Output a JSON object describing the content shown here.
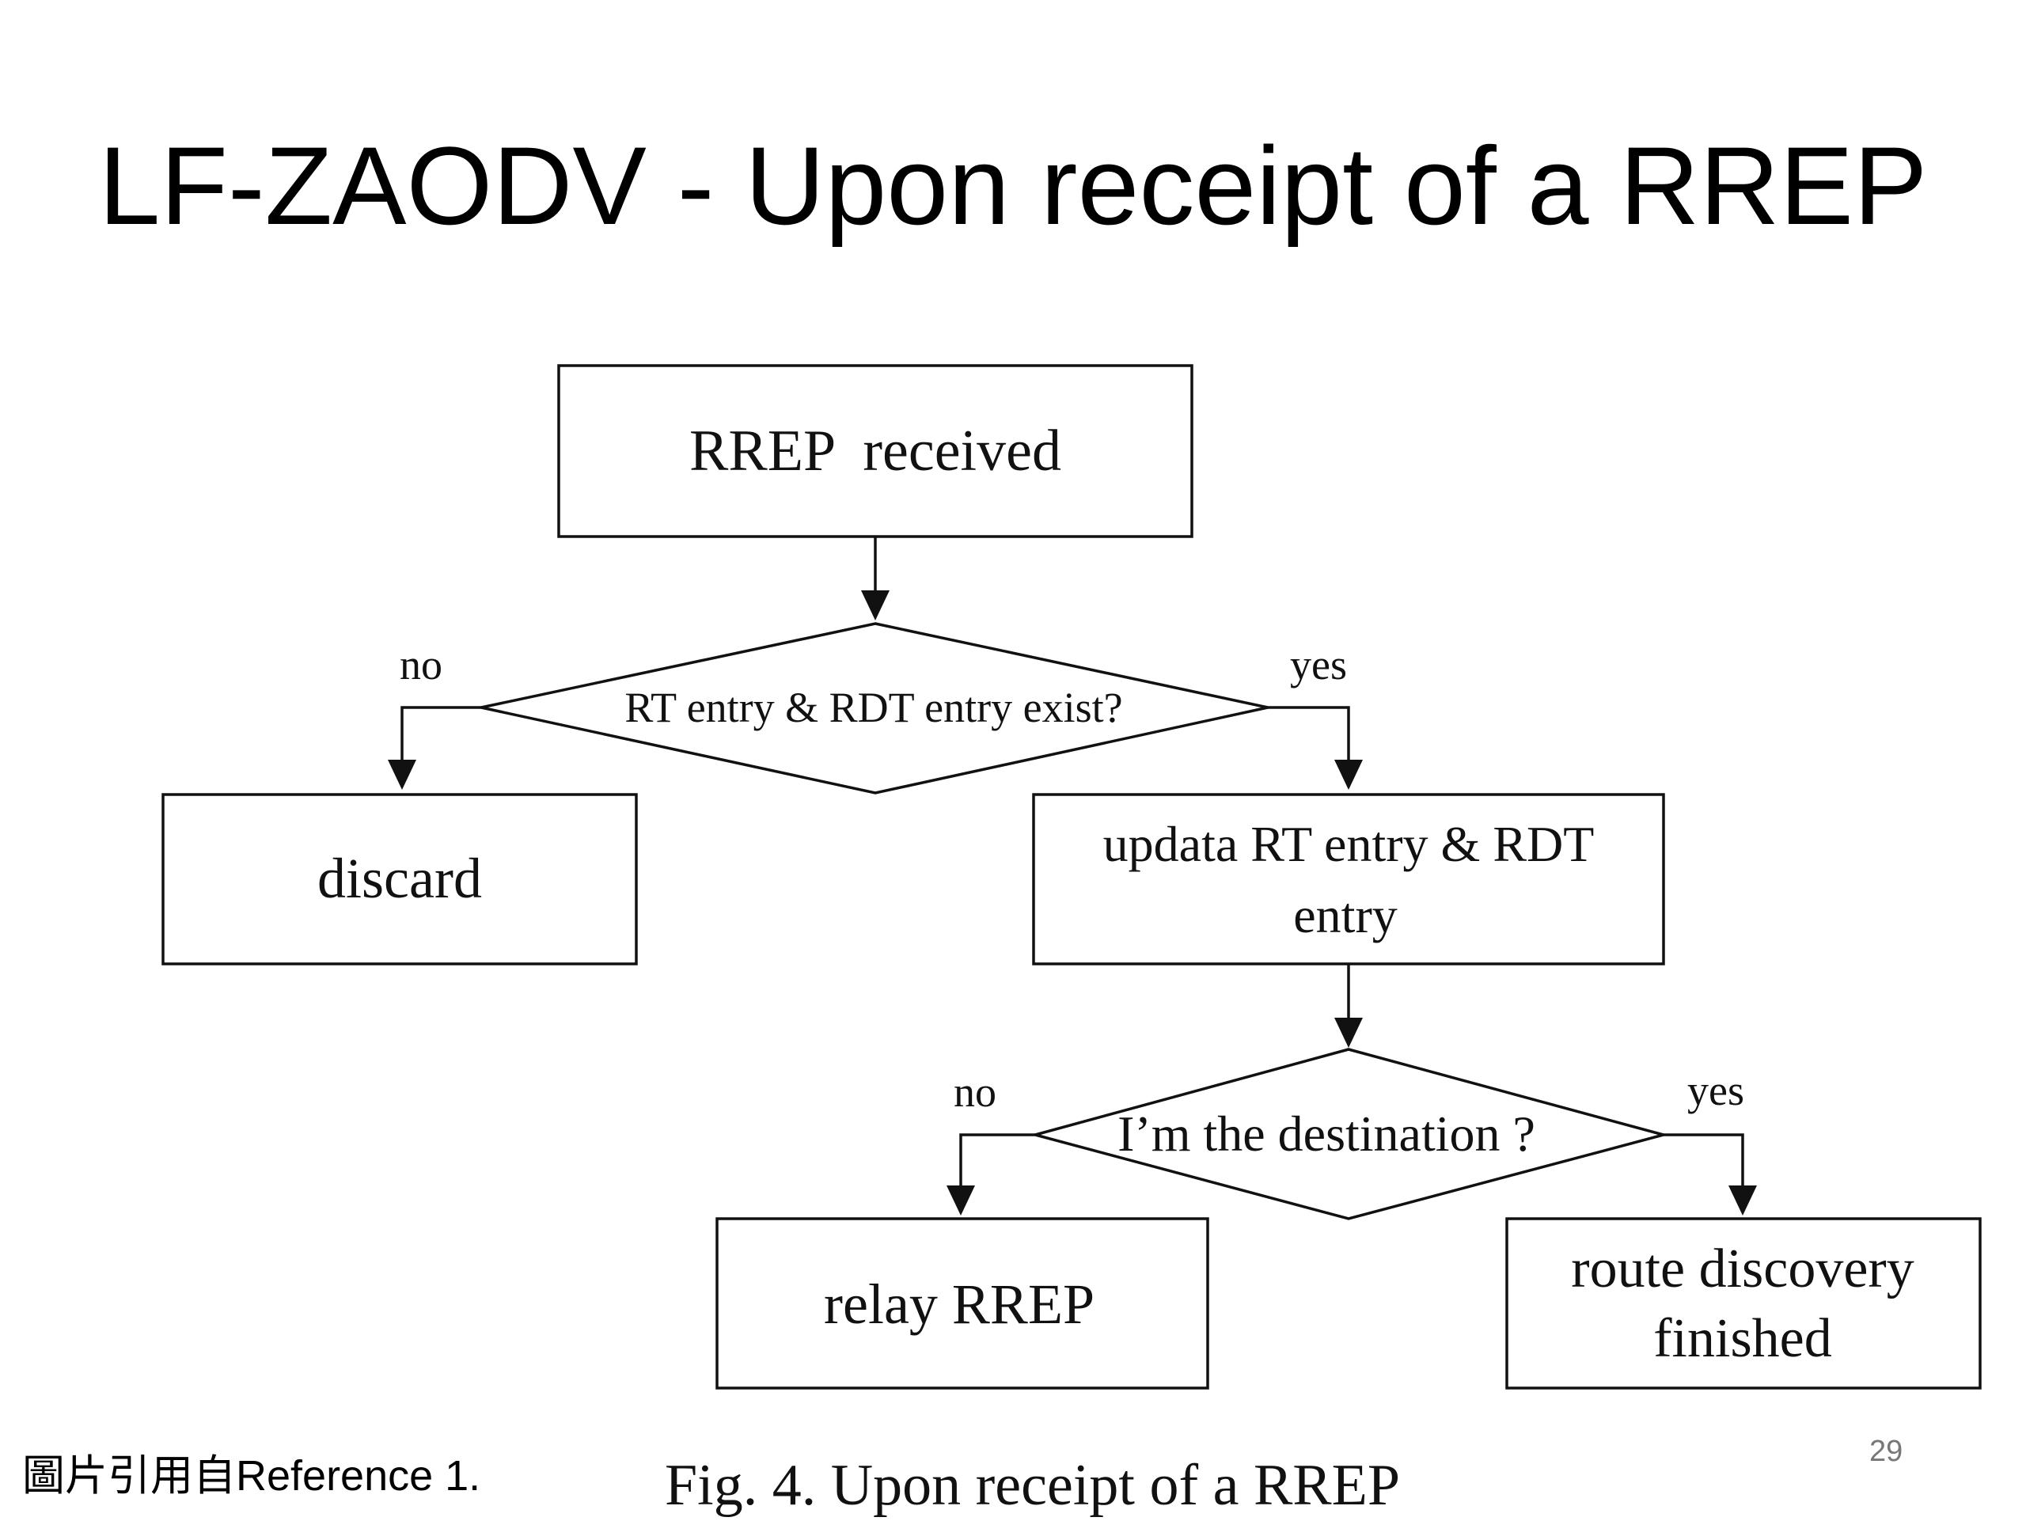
{
  "slide": {
    "title": "LF-ZAODV - Upon receipt of a RREP",
    "source_note": "圖片引用自Reference 1.",
    "page_number": "29"
  },
  "figure": {
    "caption": "Fig. 4. Upon receipt of a RREP",
    "nodes": {
      "rrep_received": {
        "label": "RREP  received"
      },
      "rt_rdt_exist": {
        "label": "RT entry & RDT entry exist?"
      },
      "discard": {
        "label": "discard"
      },
      "update_entries": {
        "label_line1": "updata RT entry & RDT",
        "label_line2": "entry"
      },
      "is_destination": {
        "label": "I’m the destination ?"
      },
      "relay_rrep": {
        "label": "relay RREP"
      },
      "route_finished": {
        "label_line1": "route discovery",
        "label_line2": "finished"
      }
    },
    "edge_labels": {
      "exist_no": "no",
      "exist_yes": "yes",
      "dest_no": "no",
      "dest_yes": "yes"
    }
  }
}
